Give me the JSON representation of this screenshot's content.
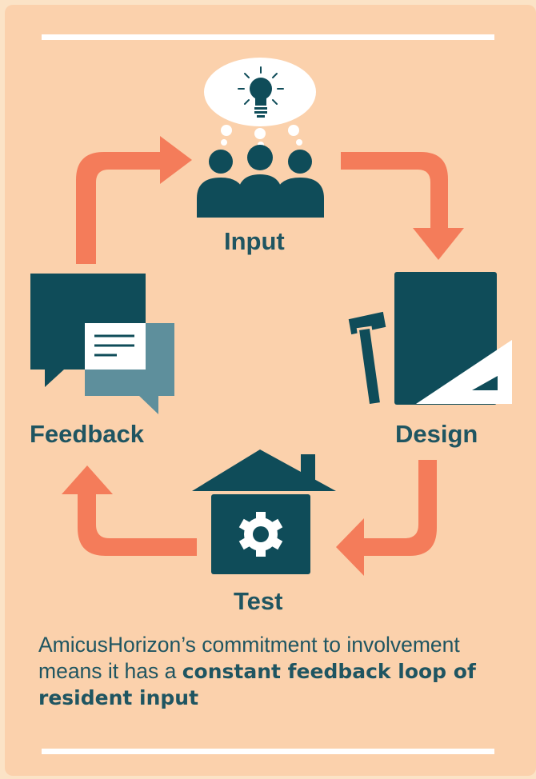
{
  "colors": {
    "background": "#fbe3c6",
    "panel": "#fbd1ac",
    "teal_dark": "#0f4c59",
    "teal_light": "#5e8f9c",
    "arrow": "#f47c5a",
    "bubble": "#ffffff"
  },
  "cycle": {
    "nodes": [
      {
        "id": "input",
        "label": "Input",
        "icon": "people-with-idea-bubble-icon"
      },
      {
        "id": "design",
        "label": "Design",
        "icon": "drawing-board-hammer-set-square-icon"
      },
      {
        "id": "test",
        "label": "Test",
        "icon": "house-with-gear-icon"
      },
      {
        "id": "feedback",
        "label": "Feedback",
        "icon": "chat-bubbles-icon"
      }
    ],
    "edges": [
      {
        "from": "input",
        "to": "design"
      },
      {
        "from": "design",
        "to": "test"
      },
      {
        "from": "test",
        "to": "feedback"
      },
      {
        "from": "feedback",
        "to": "input"
      }
    ]
  },
  "caption": {
    "text_plain": "AmicusHorizon’s commitment to involvement means it has a",
    "text_bold": "constant feedback loop of resident input"
  }
}
